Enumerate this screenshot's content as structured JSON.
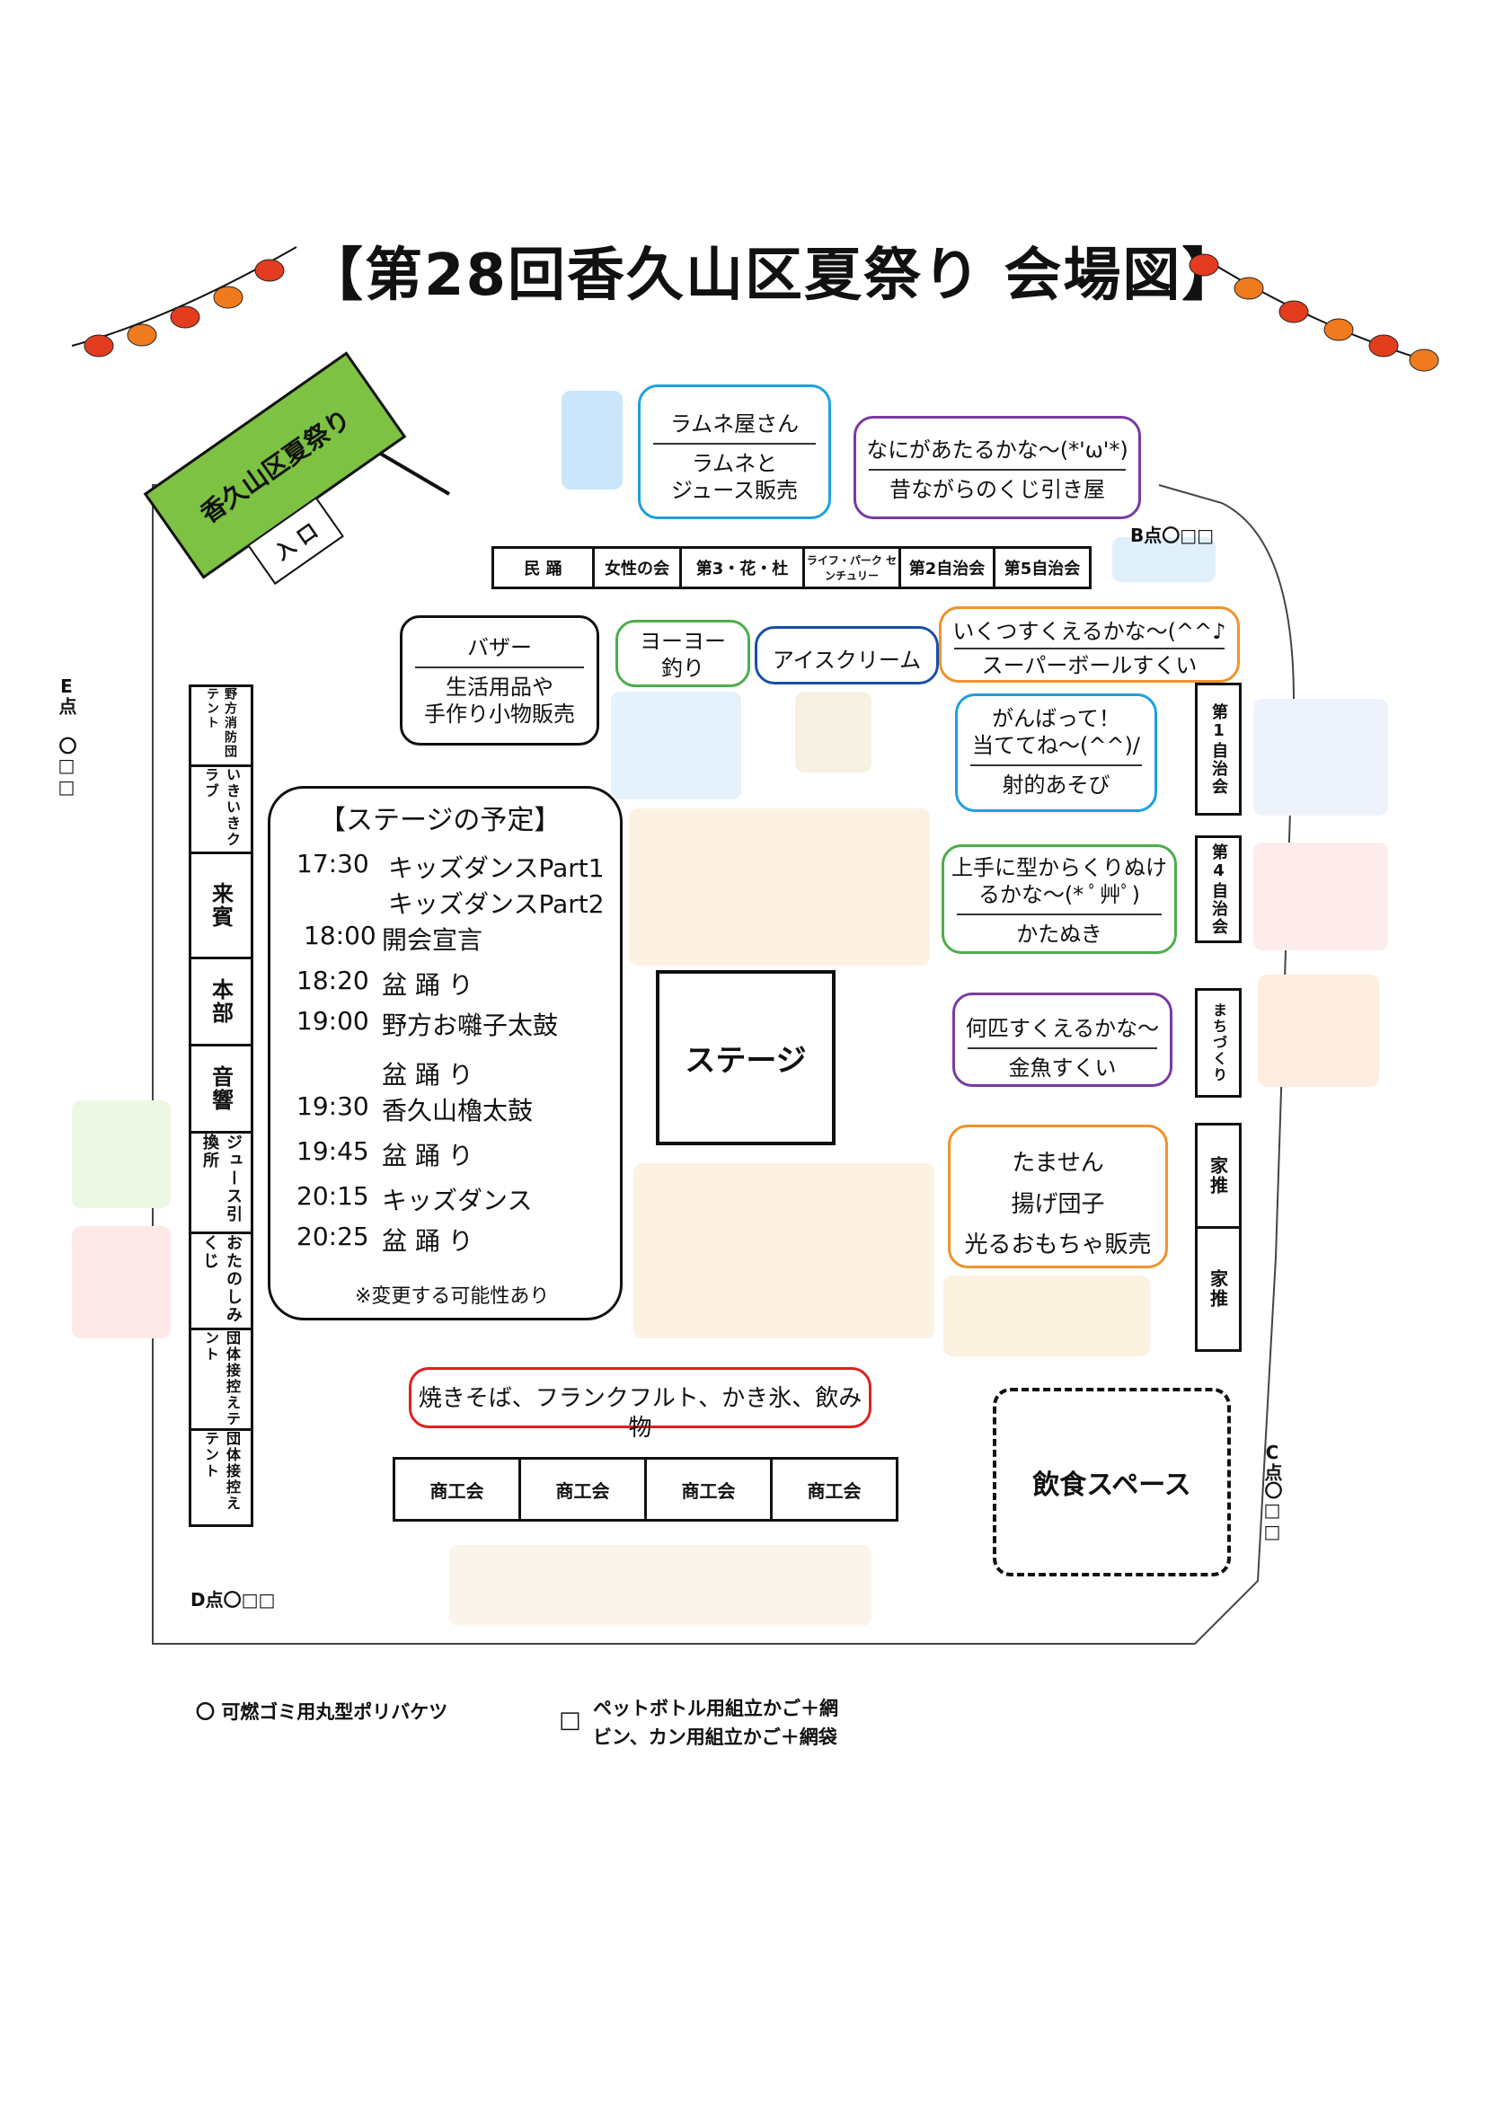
{
  "title": "【第28回香久山区夏祭り 会場図】",
  "sign": {
    "festival": "香久山区夏祭り",
    "entrance": "入 口"
  },
  "top_booths": [
    "民 踊",
    "女性の会",
    "第3・花・杜",
    "ライフ・パーク センチュリー",
    "第2自治会",
    "第5自治会"
  ],
  "left_booths": [
    "野方消防団テント",
    "いきいきクラブ",
    "来賓",
    "本部",
    "音響",
    "ジュース引換所",
    "おたのしみくじ",
    "団体接控えテント",
    "団体接控えテント"
  ],
  "right_booths": [
    "第1自治会",
    "第4自治会",
    "まちづくり",
    "家推",
    "家推"
  ],
  "bottom_booths": [
    "商工会",
    "商工会",
    "商工会",
    "商工会"
  ],
  "stage": "ステージ",
  "eating_space": "飲食スペース",
  "bubbles": {
    "ramune": {
      "title": "ラムネ屋さん",
      "body": "ラムネと\nジュース販売"
    },
    "kuji": {
      "title": "なにがあたるかな〜(*'ω'*)",
      "body": "昔ながらのくじ引き屋"
    },
    "bazaar": {
      "title": "バザー",
      "body": "生活用品や\n手作り小物販売"
    },
    "yoyo": {
      "title": "ヨーヨー\n釣り"
    },
    "icecream": {
      "title": "アイスクリーム"
    },
    "superball": {
      "title": "いくつすくえるかな〜(^^♪",
      "body": "スーパーボールすくい"
    },
    "shateki": {
      "title": "がんばって！\n当ててね〜(^^)/",
      "body": "射的あそび"
    },
    "katanuki": {
      "title": "上手に型からくりぬけるかな〜(* ﾟ艸ﾟ)",
      "body": "かたぬき"
    },
    "kingyo": {
      "title": "何匹すくえるかな〜",
      "body": "金魚すくい"
    },
    "tamasen": {
      "title": "たません\n揚げ団子\n光るおもちゃ販売"
    },
    "food": {
      "title": "焼きそば、フランクフルト、かき氷、飲み物"
    }
  },
  "schedule": {
    "heading": "【ステージの予定】",
    "items": [
      {
        "time": "17:30",
        "event": "キッズダンスPart1"
      },
      {
        "time": "",
        "event": "キッズダンスPart2"
      },
      {
        "time": "18:00",
        "event": "開会宣言"
      },
      {
        "time": "18:20",
        "event": "盆 踊 り"
      },
      {
        "time": "19:00",
        "event": "野方お囃子太鼓"
      },
      {
        "time": "",
        "event": "盆 踊 り"
      },
      {
        "time": "19:30",
        "event": "香久山櫓太鼓"
      },
      {
        "time": "19:45",
        "event": "盆 踊 り"
      },
      {
        "time": "20:15",
        "event": "キッズダンス"
      },
      {
        "time": "20:25",
        "event": "盆 踊 り"
      }
    ],
    "note": "※変更する可能性あり"
  },
  "points": {
    "B": "B点〇□□",
    "E": "E点 〇□□",
    "C": "C点〇□□",
    "D": "D点〇□□"
  },
  "legend": {
    "circle_symbol": "〇",
    "circle_text": "可燃ゴミ用丸型ポリバケツ",
    "square_symbol": "□",
    "square_line1": "ペットボトル用組立かご＋網",
    "square_line2": "ビン、カン用組立かご＋網袋"
  },
  "colors": {
    "sign_green": "#7dc242",
    "blue": "#1ea0e0",
    "purple": "#7a3aa0",
    "orange": "#f0922b",
    "green": "#4cae4c",
    "red": "#e02020",
    "navy": "#1a4fa8"
  }
}
